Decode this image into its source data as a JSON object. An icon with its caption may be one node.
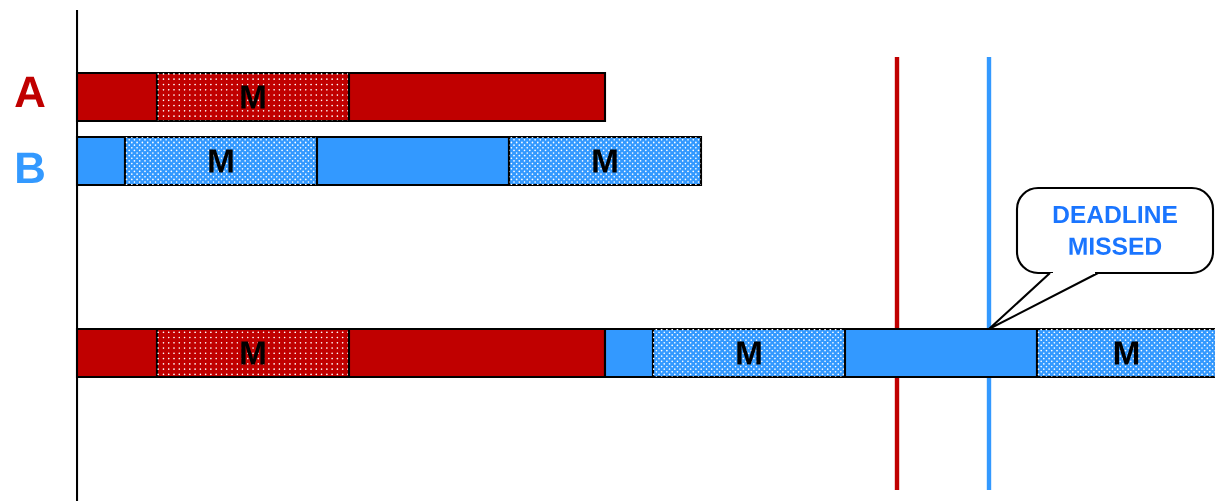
{
  "diagram": {
    "nodes": [
      {
        "text": [],
        "shape": "bar"
      },
      {
        "text": [
          "M"
        ]
      },
      {
        "text": [],
        "shape": "bar"
      },
      {
        "text": [],
        "shape": "bar"
      },
      {
        "text": [
          "M"
        ]
      },
      {
        "text": [],
        "shape": "bar"
      },
      {
        "text": [
          "M"
        ]
      },
      {
        "text": [
          "DEADLINE MISSED"
        ]
      },
      {
        "text": [],
        "shape": "bar"
      },
      {
        "text": [
          "M"
        ]
      },
      {
        "text": [],
        "shape": "bar"
      },
      {
        "text": [],
        "shape": "bar"
      },
      {
        "text": [
          "M"
        ]
      },
      {
        "text": [],
        "shape": "bar"
      },
      {
        "text": [
          "M"
        ]
      }
    ],
    "labels": [
      "A",
      "B"
    ]
  }
}
